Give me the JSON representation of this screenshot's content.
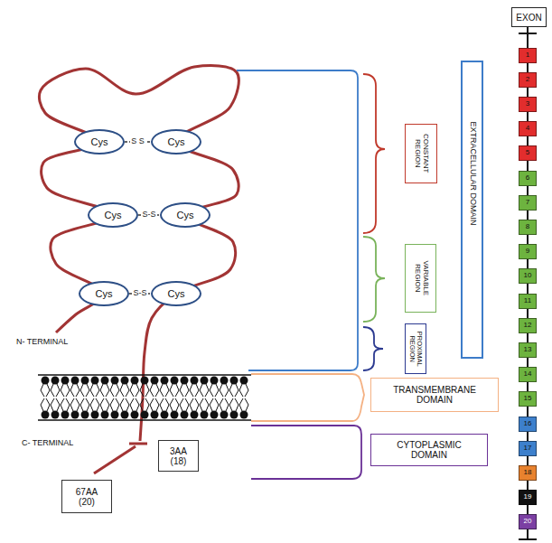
{
  "diagram": {
    "nodes": [
      {
        "text": [
          "Cys"
        ]
      },
      {
        "text": [
          "Cys"
        ]
      },
      {
        "text": [
          "Cys"
        ]
      },
      {
        "text": [
          "Cys"
        ]
      },
      {
        "text": [
          "Cys"
        ]
      },
      {
        "text": [
          "Cys"
        ]
      },
      {
        "text": [
          "CONSTANT REGION"
        ]
      },
      {
        "text": [
          "VARIABLE REGION"
        ]
      },
      {
        "text": [
          "PROXIMAL REGION"
        ]
      },
      {
        "text": [
          "EXTRACELLULAR DOMAIN"
        ]
      },
      {
        "text": [
          "TRANSMEMBRANE DOMAIN"
        ]
      },
      {
        "text": [
          "CYTOPLASMIC DOMAIN"
        ]
      },
      {
        "text": [
          "3AA (18)"
        ]
      },
      {
        "text": [
          "67AA (20)"
        ]
      },
      {
        "text": [
          "EXON"
        ]
      },
      {
        "text": [
          "1"
        ]
      },
      {
        "text": [
          "2"
        ]
      },
      {
        "text": [
          "3"
        ]
      },
      {
        "text": [
          "4"
        ]
      },
      {
        "text": [
          "5"
        ]
      },
      {
        "text": [
          "6"
        ]
      },
      {
        "text": [
          "7"
        ]
      },
      {
        "text": [
          "8"
        ]
      },
      {
        "text": [
          "9"
        ]
      },
      {
        "text": [
          "10"
        ]
      },
      {
        "text": [
          "11"
        ]
      },
      {
        "text": [
          "12"
        ]
      },
      {
        "text": [
          "13"
        ]
      },
      {
        "text": [
          "14"
        ]
      },
      {
        "text": [
          "15"
        ]
      },
      {
        "text": [
          "16"
        ]
      },
      {
        "text": [
          "17"
        ]
      },
      {
        "text": [
          "18"
        ]
      },
      {
        "text": [
          "19"
        ]
      },
      {
        "text": [
          "20"
        ]
      }
    ],
    "edges": [
      {
        "from": 0,
        "to": 1,
        "label": "S S",
        "arrow": "none"
      },
      {
        "from": 2,
        "to": 3,
        "label": "S-S",
        "arrow": "none"
      },
      {
        "from": 4,
        "to": 5,
        "label": "S-S",
        "arrow": "none"
      },
      {
        "from": 14,
        "to": 15,
        "arrow": "none"
      },
      {
        "from": 15,
        "to": 16,
        "arrow": "none"
      },
      {
        "from": 16,
        "to": 17,
        "arrow": "none"
      },
      {
        "from": 17,
        "to": 18,
        "arrow": "none"
      },
      {
        "from": 18,
        "to": 19,
        "arrow": "none"
      },
      {
        "from": 19,
        "to": 20,
        "arrow": "none"
      },
      {
        "from": 20,
        "to": 21,
        "arrow": "none"
      },
      {
        "from": 21,
        "to": 22,
        "arrow": "none"
      },
      {
        "from": 22,
        "to": 23,
        "arrow": "none"
      },
      {
        "from": 23,
        "to": 24,
        "arrow": "none"
      },
      {
        "from": 24,
        "to": 25,
        "arrow": "none"
      },
      {
        "from": 25,
        "to": 26,
        "arrow": "none"
      },
      {
        "from": 26,
        "to": 27,
        "arrow": "none"
      },
      {
        "from": 27,
        "to": 28,
        "arrow": "none"
      },
      {
        "from": 28,
        "to": 29,
        "arrow": "none"
      },
      {
        "from": 29,
        "to": 30,
        "arrow": "none"
      },
      {
        "from": 30,
        "to": 31,
        "arrow": "none"
      },
      {
        "from": 31,
        "to": 32,
        "arrow": "none"
      },
      {
        "from": 32,
        "to": 33,
        "arrow": "none"
      },
      {
        "from": 33,
        "to": 34,
        "arrow": "none"
      }
    ],
    "labels": [
      "N- TERMINAL",
      "C- TERMINAL"
    ]
  }
}
